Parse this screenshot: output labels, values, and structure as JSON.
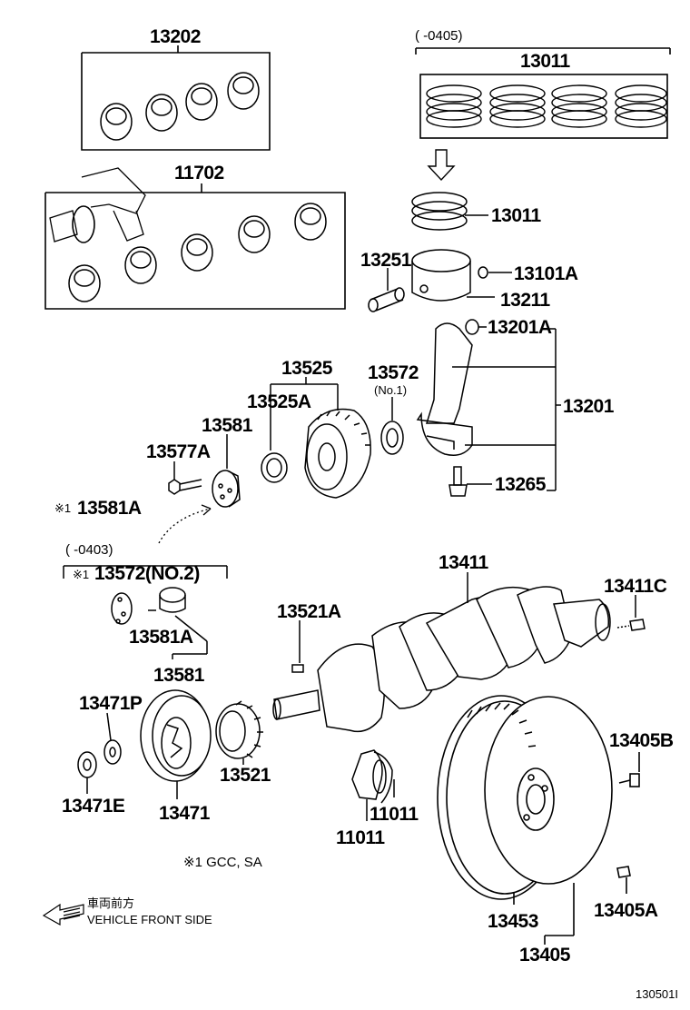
{
  "diagram": {
    "footer_code": "130501I",
    "legend_note": "※1  GCC, SA",
    "front_side": {
      "jp": "車両前方",
      "en": "VEHICLE FRONT SIDE"
    },
    "range_piston_ring": "(        -0405)",
    "range_pulley_set": "(        -0403)",
    "mark": "※1",
    "parts": {
      "p13202": "13202",
      "p13011_set": "13011",
      "p11702": "11702",
      "p13011": "13011",
      "p13251": "13251",
      "p13101A": "13101A",
      "p13211": "13211",
      "p13201A": "13201A",
      "p13525": "13525",
      "p13525A": "13525A",
      "p13572": "13572",
      "p13572_sub": "(No.1)",
      "p13201": "13201",
      "p13581": "13581",
      "p13577A": "13577A",
      "p13265": "13265",
      "p13581A": "13581A",
      "p13572no2": "13572(NO.2)",
      "p13411": "13411",
      "p13411C": "13411C",
      "p13581A_b": "13581A",
      "p13521A": "13521A",
      "p13581_b": "13581",
      "p13471P": "13471P",
      "p13405B": "13405B",
      "p13521": "13521",
      "p11011_r": "11011",
      "p13471E": "13471E",
      "p13471": "13471",
      "p11011_l": "11011",
      "p13453": "13453",
      "p13405A": "13405A",
      "p13405": "13405"
    }
  }
}
